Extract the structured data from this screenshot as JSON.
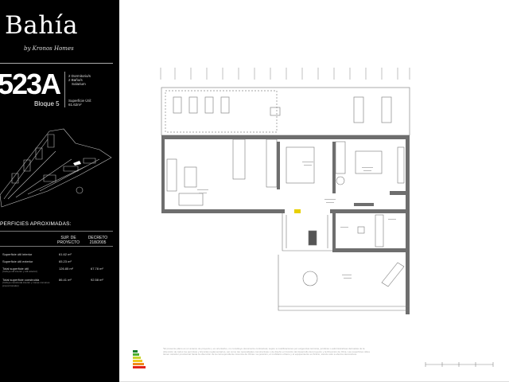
{
  "brand": {
    "name": "Bahía",
    "byline": "by Kronos Homes"
  },
  "unit": {
    "code": "523A",
    "block": "Bloque 5",
    "rooms": [
      "2 Dormitorio/s",
      "2 Baño/s",
      "Solarium"
    ],
    "useful_surface_label": "Superficie Útil:",
    "useful_surface": "61.62m²"
  },
  "surfaces": {
    "title": "PERFICIES APROXIMADAS:",
    "headers": [
      "SUP. DE PROYECTO",
      "DECRETO 218/2005"
    ],
    "rows": [
      {
        "label": "Superficie útil interior",
        "note": "",
        "project": "61.62 m²",
        "decree": ""
      },
      {
        "label": "Superficie útil exterior",
        "note": "",
        "project": "65.23 m²",
        "decree": ""
      },
      {
        "label": "Total superficie útil",
        "note": "(Incluye útil interior y útil exterior)",
        "project": "126.85 m²",
        "decree": "67.78 m²"
      },
      {
        "label": "Total superficie construida",
        "note": "(Incluye construida interior y zonas comunes proporcionales)",
        "project": "86.41 m²",
        "decree": "92.58 m²"
      }
    ]
  },
  "legal_text": "*El presente plano es un avance de proyecto y es orientativo, no constituye documento contractual, sujeto a modificaciones por exigencias técnicas, jurídicas o administrativas derivadas de la obtención de todos los permisos y licencias reglamentarios, así como las necesidades constructivas o de diseño en función del desarrollo del proyecto y la Dirección de Obra. Las superficies útiles tienen carácter provisional hasta la obtención de la correspondiente Licencia de Obras. La posición, el mobiliario urbano y el equipamiento es ficticio, siendo sólo a efectos decorativos.",
  "colors": {
    "panel": "#000000",
    "wall": "#6e6e6e",
    "line": "#888888",
    "accent": "#e8d000"
  }
}
